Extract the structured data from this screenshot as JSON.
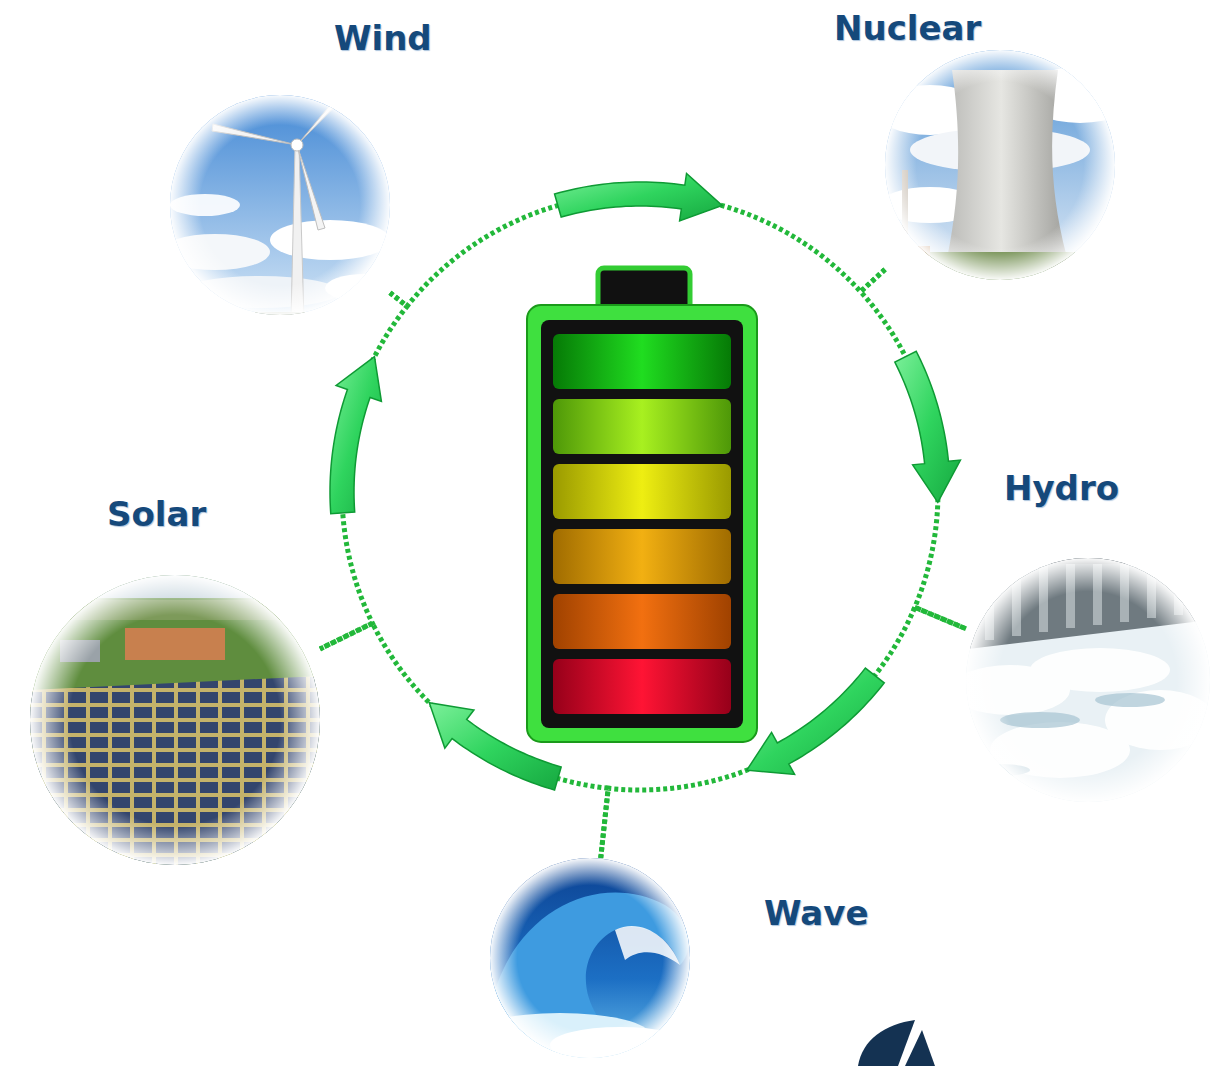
{
  "diagram": {
    "nodes": [
      {
        "text": [
          "Wind"
        ]
      },
      {
        "text": [
          "Nuclear"
        ]
      },
      {
        "text": [
          "Hydro"
        ]
      },
      {
        "text": [
          "Wave"
        ]
      },
      {
        "text": [
          "Solar"
        ]
      }
    ],
    "edges": [
      {
        "from": 0,
        "to": 1,
        "arrow": "to"
      },
      {
        "from": 1,
        "to": 2,
        "arrow": "to"
      },
      {
        "from": 2,
        "to": 3,
        "arrow": "to"
      },
      {
        "from": 3,
        "to": 4,
        "arrow": "to"
      },
      {
        "from": 4,
        "to": 0,
        "arrow": "to"
      }
    ]
  }
}
